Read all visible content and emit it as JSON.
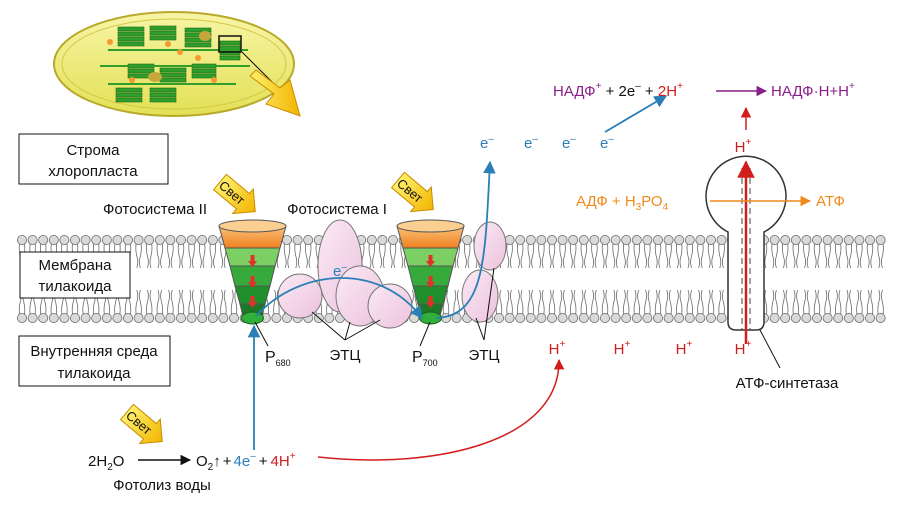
{
  "colors": {
    "membrane_head": "#d9d9d9",
    "psii_top": "#f08a2c",
    "ps_green": "#1f9e2f",
    "etc_fill": "#f6d7ec",
    "electron": "#2a7fb6",
    "proton": "#d21d1d",
    "nadp": "#8a1f8a",
    "atp": "#f08a1a",
    "light_arrow": "#f5c518"
  },
  "labels": {
    "stroma": [
      "Строма",
      "хлоропласта"
    ],
    "membrane": [
      "Мембрана",
      "тилакоида"
    ],
    "lumen": [
      "Внутренняя среда",
      "тилакоида"
    ],
    "photosystem_ii": "Фотосистема II",
    "photosystem_i": "Фотосистема I",
    "light": "Свет",
    "p680_main": "Р",
    "p680_sub": "680",
    "p700_main": "Р",
    "p700_sub": "700",
    "etc": "ЭТЦ",
    "atp_synthase": "АТФ-синтетаза",
    "photolysis": "Фотолиз воды",
    "electron": "e",
    "proton": "H",
    "minus": "–",
    "plus": "+"
  },
  "equations": {
    "nadp_left": "НАДФ",
    "nadp_mid1": " + 2e",
    "nadp_mid2": " + ",
    "nadp_2h": "2H",
    "nadp_right": "НАДФ·Н+Н",
    "atp_left": "АДФ + Н",
    "atp_sub3": "3",
    "atp_po": "РО",
    "atp_sub4": "4",
    "atp_right": "АТФ",
    "water_2h": "2H",
    "water_sub2": "2",
    "water_o": "O",
    "water_o2": "O",
    "water_arrow_up": "↑",
    "water_plus1": "+",
    "water_4e": "4e",
    "water_plus2": "+",
    "water_4h": "4H"
  },
  "icons": [
    "chloroplast-icon",
    "zoom-arrow-icon",
    "light-arrow-icon"
  ]
}
